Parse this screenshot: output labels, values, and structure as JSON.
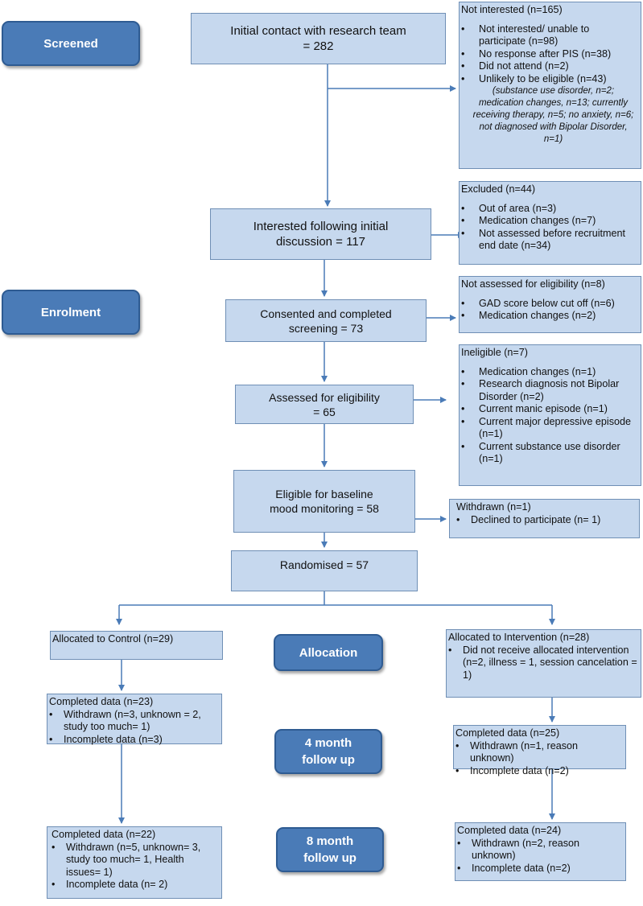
{
  "stages": {
    "screened": "Screened",
    "enrolment": "Enrolment",
    "allocation": "Allocation",
    "four_month": [
      "4 month",
      "follow up"
    ],
    "eight_month": [
      "8 month",
      "follow up"
    ]
  },
  "main": {
    "initial_contact": [
      "Initial contact with research team",
      "=  282"
    ],
    "interested": [
      "Interested following initial",
      "discussion = 117"
    ],
    "consented": [
      "Consented and completed",
      "screening =  73"
    ],
    "assessed": [
      "Assessed for eligibility",
      "=  65"
    ],
    "eligible": [
      "Eligible for baseline",
      "mood monitoring = 58"
    ],
    "randomised": "Randomised = 57"
  },
  "side": {
    "not_interested": {
      "heading": "Not interested (n=165)",
      "items": [
        "Not interested/ unable to participate (n=98)",
        "No response after PIS (n=38)",
        "Did not attend (n=2)",
        "Unlikely to be eligible (n=43)"
      ],
      "note": "(substance use disorder, n=2; medication changes, n=13; currently receiving therapy, n=5; no anxiety, n=6; not diagnosed with Bipolar Disorder, n=1)"
    },
    "excluded": {
      "heading": "Excluded (n=44)",
      "items": [
        "Out of area (n=3)",
        "Medication changes (n=7)",
        "Not assessed before recruitment end date (n=34)"
      ]
    },
    "not_assessed": {
      "heading": "Not assessed for eligibility (n=8)",
      "items": [
        "GAD score below cut off (n=6)",
        "Medication changes (n=2)"
      ]
    },
    "ineligible": {
      "heading": "Ineligible (n=7)",
      "items": [
        "Medication changes (n=1)",
        "Research diagnosis not Bipolar Disorder (n=2)",
        "Current manic episode (n=1)",
        "Current major depressive episode (n=1)",
        "Current substance use disorder (n=1)"
      ]
    },
    "withdrawn": {
      "heading": "Withdrawn (n=1)",
      "items": [
        "Declined to participate (n= 1)"
      ]
    }
  },
  "control": {
    "allocated": "Allocated to Control (n=29)",
    "month4": {
      "heading": "Completed data (n=23)",
      "items": [
        "Withdrawn (n=3, unknown = 2, study too much= 1)",
        "Incomplete data (n=3)"
      ]
    },
    "month8": {
      "heading": "Completed data (n=22)",
      "items": [
        "Withdrawn (n=5, unknown= 3, study too much= 1, Health issues= 1)",
        "Incomplete data (n= 2)"
      ]
    }
  },
  "intervention": {
    "allocated": {
      "heading": "Allocated to Intervention (n=28)",
      "items": [
        "Did not receive allocated intervention (n=2, illness = 1, session cancelation = 1)"
      ]
    },
    "month4": {
      "heading": "Completed data (n=25)",
      "items": [
        "Withdrawn (n=1, reason unknown)",
        "Incomplete data (n=2)"
      ]
    },
    "month8": {
      "heading": "Completed data (n=24)",
      "items": [
        "Withdrawn (n=2, reason unknown)",
        "Incomplete data (n=2)"
      ]
    }
  },
  "colors": {
    "box_fill": "#c6d8ee",
    "box_border": "#6f8fb5",
    "stage_fill": "#4a7bb7",
    "arrow": "#4a7bb7"
  }
}
